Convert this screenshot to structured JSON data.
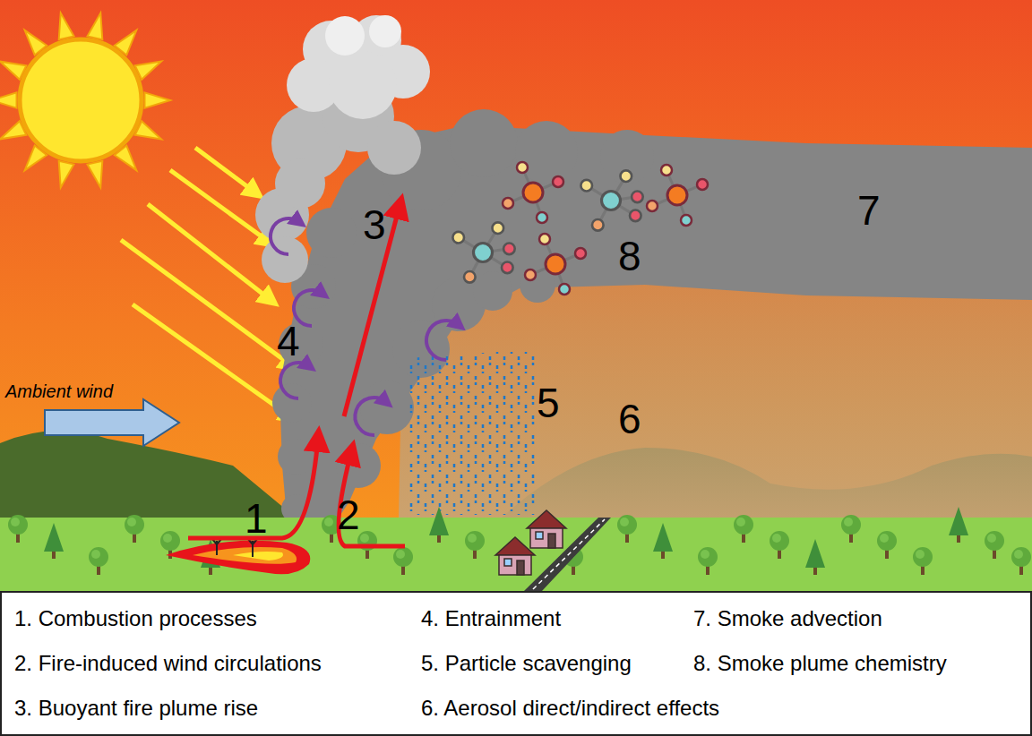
{
  "diagram": {
    "nodes": [
      {
        "text": [
          "1. Combustion processes",
          "2. Fire-induced wind circulations",
          "3. Buoyant fire plume rise",
          "4. Entrainment",
          "5. Particle scavenging",
          "6. Aerosol direct/indirect effects",
          "7. Smoke advection",
          "8. Smoke plume chemistry"
        ]
      }
    ],
    "labels": [
      "Ambient wind",
      "1",
      "2",
      "3",
      "4",
      "5",
      "6",
      "7",
      "8"
    ]
  }
}
